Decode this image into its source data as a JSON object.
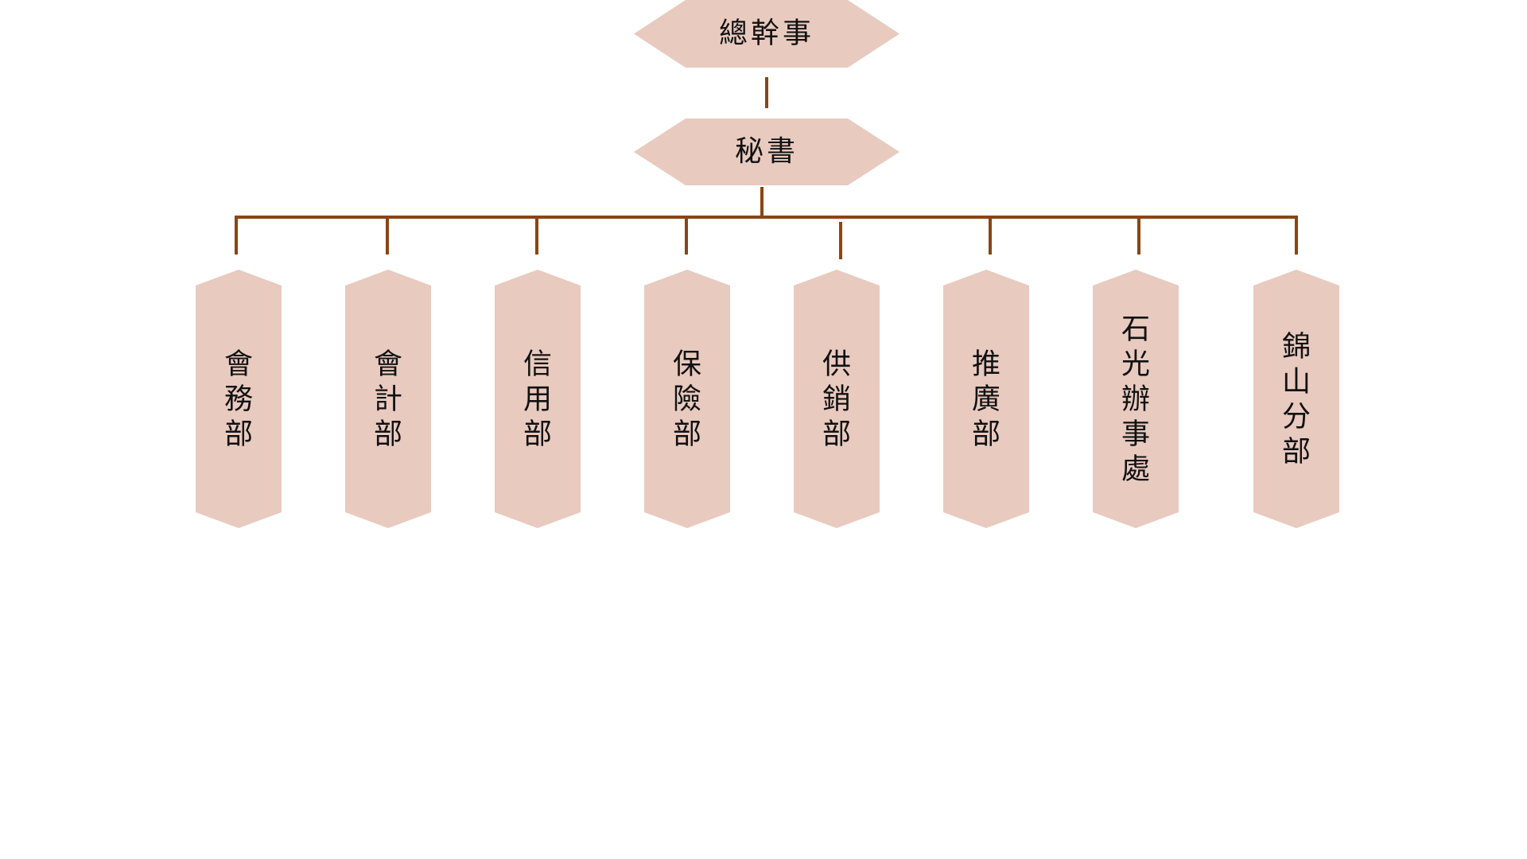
{
  "colors": {
    "node_fill": "#E8CABF",
    "connector": "#8B4513",
    "text": "#111111",
    "background": "#FFFFFF"
  },
  "top_nodes": [
    {
      "id": "general-secretary",
      "label": "總幹事"
    },
    {
      "id": "secretary",
      "label": "秘書"
    }
  ],
  "departments": [
    {
      "id": "member-affairs",
      "label": "會務部"
    },
    {
      "id": "accounting",
      "label": "會計部"
    },
    {
      "id": "credit",
      "label": "信用部"
    },
    {
      "id": "insurance",
      "label": "保險部"
    },
    {
      "id": "supply-marketing",
      "label": "供銷部"
    },
    {
      "id": "extension",
      "label": "推廣部"
    },
    {
      "id": "shiguang-office",
      "label": "石光辦事處"
    },
    {
      "id": "jinshan-branch",
      "label": "錦山分部"
    }
  ]
}
